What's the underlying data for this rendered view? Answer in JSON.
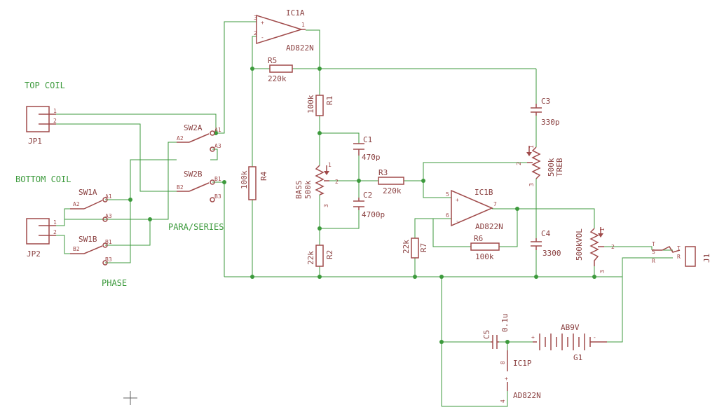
{
  "nets": {
    "top_coil": "TOP COIL",
    "bottom_coil": "BOTTOM COIL",
    "para_series": "PARA/SERIES",
    "phase": "PHASE"
  },
  "parts": {
    "jp1": "JP1",
    "jp2": "JP2",
    "sw1a": "SW1A",
    "sw1b": "SW1B",
    "sw2a": "SW2A",
    "sw2b": "SW2B",
    "ic1a": "IC1A",
    "ic1b": "IC1B",
    "ic1p": "IC1P",
    "ic_value": "AD822N",
    "r1": "R1",
    "r1_value": "100k",
    "r2": "R2",
    "r2_value": "22k",
    "r3": "R3",
    "r3_value": "220k",
    "r4": "R4",
    "r4_value": "100k",
    "r5": "R5",
    "r5_value": "220k",
    "r6": "R6",
    "r6_value": "100k",
    "r7": "R7",
    "r7_value": "22k",
    "c1": "C1",
    "c1_value": "470p",
    "c2": "C2",
    "c2_value": "4700p",
    "c3": "C3",
    "c3_value": "330p",
    "c4": "C4",
    "c4_value": "3300",
    "c5": "C5",
    "c5_value": "0.1u",
    "bass": "BASS",
    "bass_value": "500k",
    "treb": "TREB",
    "treb_value": "500k",
    "vol": "VOL",
    "vol_value": "500k",
    "battery": "G1",
    "battery_value": "AB9V",
    "jack": "J1"
  },
  "pins": {
    "p1": "1",
    "p2": "2",
    "p3": "3",
    "p4": "4",
    "p5": "5",
    "p6": "6",
    "p7": "7",
    "p8": "8",
    "a1": "A1",
    "a2": "A2",
    "a3": "A3",
    "b1": "B1",
    "b2": "B2",
    "b3": "B3",
    "t": "T",
    "s": "S",
    "r": "R",
    "plus": "+",
    "minus": "-"
  }
}
